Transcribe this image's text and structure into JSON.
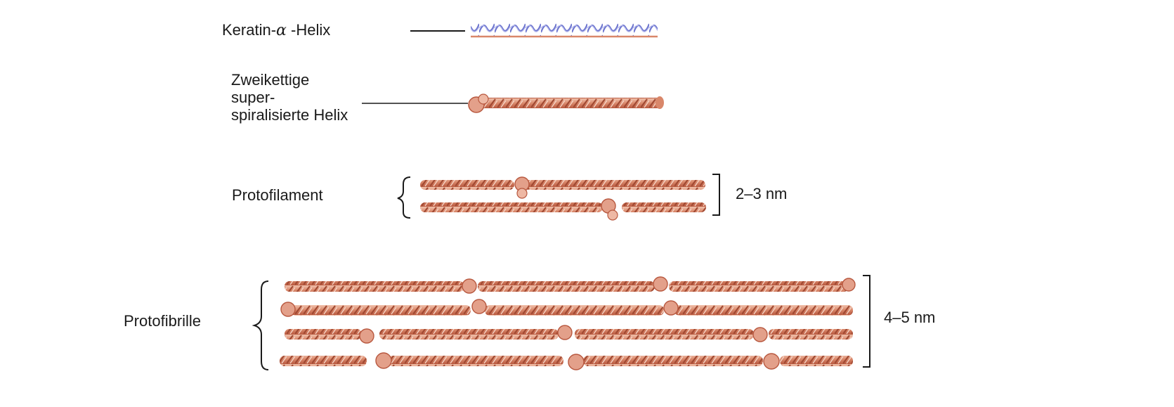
{
  "diagram": {
    "levels": [
      {
        "id": "keratin",
        "label_prefix": "Keratin-",
        "label_greek": "α",
        "label_suffix": " -Helix",
        "segments": 1,
        "color": "#7f86d6"
      },
      {
        "id": "coiled",
        "label": "Zweikettige\nsuper-\nspiralisierte Helix",
        "segments": 1,
        "color": "#d9876a"
      },
      {
        "id": "protofilament",
        "label": "Protofilament",
        "strands": 2,
        "dimension": "2–3 nm",
        "color": "#d9876a"
      },
      {
        "id": "protofibrille",
        "label": "Protofibrille",
        "strands": 4,
        "dimension": "4–5 nm",
        "color": "#d9876a"
      }
    ],
    "colors": {
      "helix_blue": "#7f86d6",
      "rope": "#d9876a",
      "rope_dark": "#b8583f",
      "rope_light": "#f1c2ad",
      "line": "#1a1a1a"
    }
  }
}
